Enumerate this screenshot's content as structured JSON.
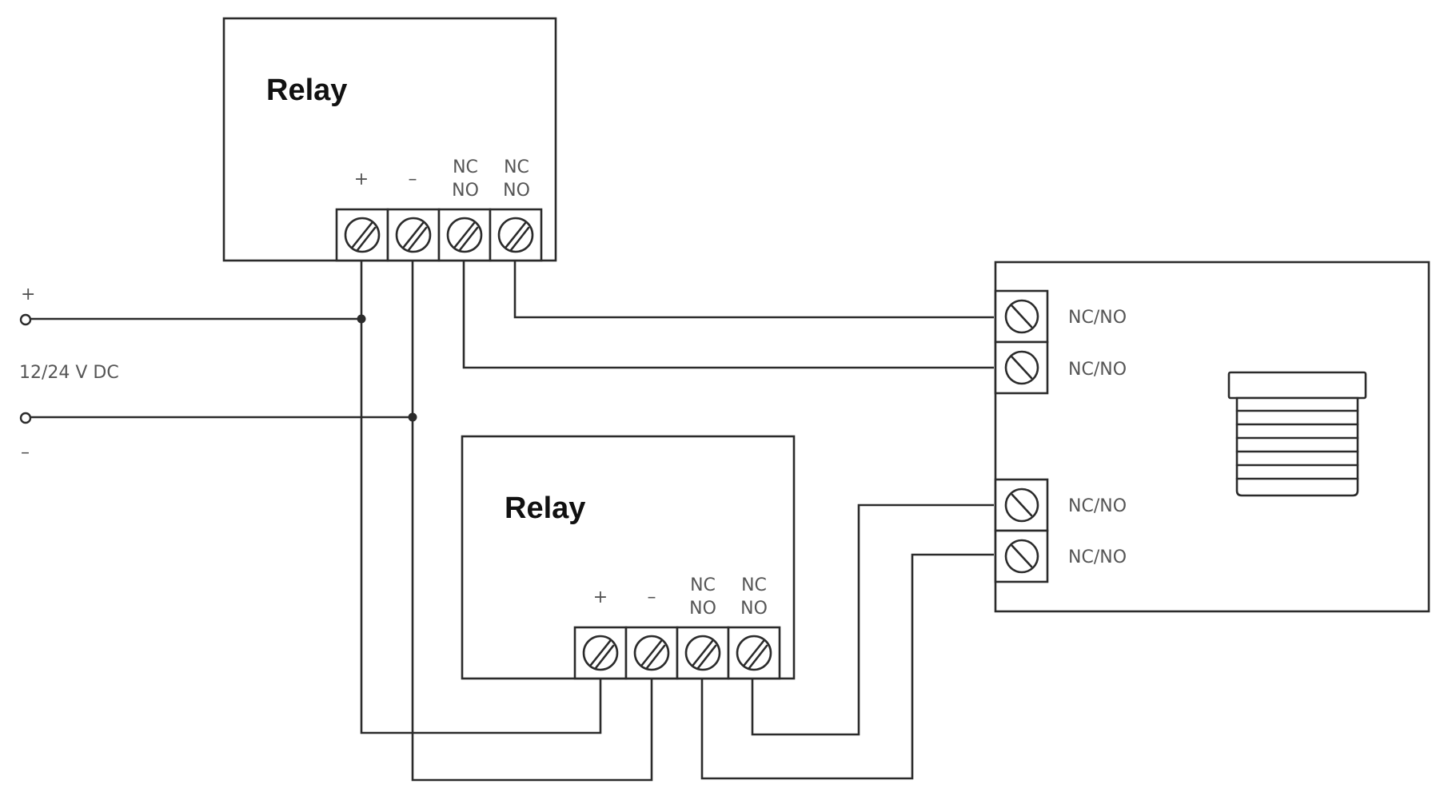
{
  "relays": [
    {
      "title": "Relay",
      "terminals": [
        {
          "top": "+",
          "bottom": ""
        },
        {
          "top": "–",
          "bottom": ""
        },
        {
          "top": "NC",
          "bottom": "NO"
        },
        {
          "top": "NC",
          "bottom": "NO"
        }
      ]
    },
    {
      "title": "Relay",
      "terminals": [
        {
          "top": "+",
          "bottom": ""
        },
        {
          "top": "–",
          "bottom": ""
        },
        {
          "top": "NC",
          "bottom": "NO"
        },
        {
          "top": "NC",
          "bottom": "NO"
        }
      ]
    }
  ],
  "power": {
    "plus": "+",
    "minus": "–",
    "voltage": "12/24 V DC"
  },
  "device": {
    "terminals": [
      "NC/NO",
      "NC/NO",
      "NC/NO",
      "NC/NO"
    ],
    "icon": "siren-icon"
  },
  "colors": {
    "line": "#2b2b2b",
    "label": "#555555"
  }
}
